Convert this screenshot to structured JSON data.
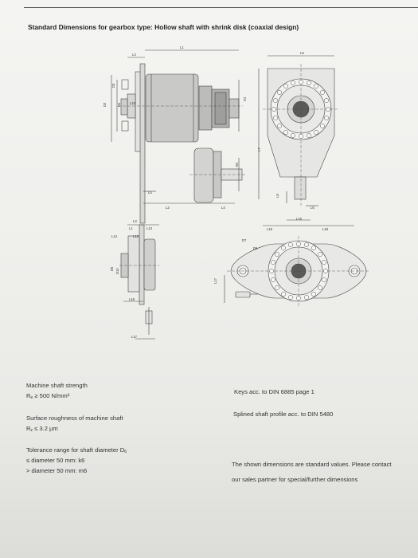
{
  "document": {
    "title": "Standard Dimensions for gearbox type: Hollow shaft with shrink disk (coaxial design)"
  },
  "dimension_labels": {
    "L1": "L1",
    "L2": "L2",
    "L3": "L3",
    "L4": "L4",
    "L5": "L5",
    "L6": "L6",
    "L7": "L7",
    "L8": "L8",
    "L9": "L9",
    "L10": "L10",
    "L12": "L12",
    "L13": "L13",
    "L14": "L14",
    "L15": "L15",
    "L16": "L16",
    "L17": "L17",
    "L18": "L18",
    "D1": "D1",
    "D2": "D2",
    "D3": "D3",
    "D4": "D4",
    "D5": "D5",
    "D6": "D6",
    "D7": "D7",
    "D8": "D8",
    "D10": "D10"
  },
  "specs": {
    "machine_shaft_strength_label": "Machine shaft strength",
    "machine_shaft_strength_symbol": "R",
    "machine_shaft_strength_sub": "e",
    "machine_shaft_strength_value": "≥ 500 N/mm²",
    "surface_roughness_label": "Surface roughness of machine shaft",
    "surface_roughness_symbol": "R",
    "surface_roughness_sub": "z",
    "surface_roughness_value": "≤ 3.2 µm",
    "tolerance_label": "Tolerance range for shaft diameter  D",
    "tolerance_sub": "6",
    "tolerance_line1": "≤ diameter 50 mm: k6",
    "tolerance_line2": "> diameter 50 mm: m6",
    "keys": "Keys acc. to DIN 6885 page 1",
    "splined": "Splined shaft profile acc. to DIN 5480",
    "notice_line1": "The shown dimensions are standard values. Please contact",
    "notice_line2": "our sales partner for special/further dimensions"
  }
}
